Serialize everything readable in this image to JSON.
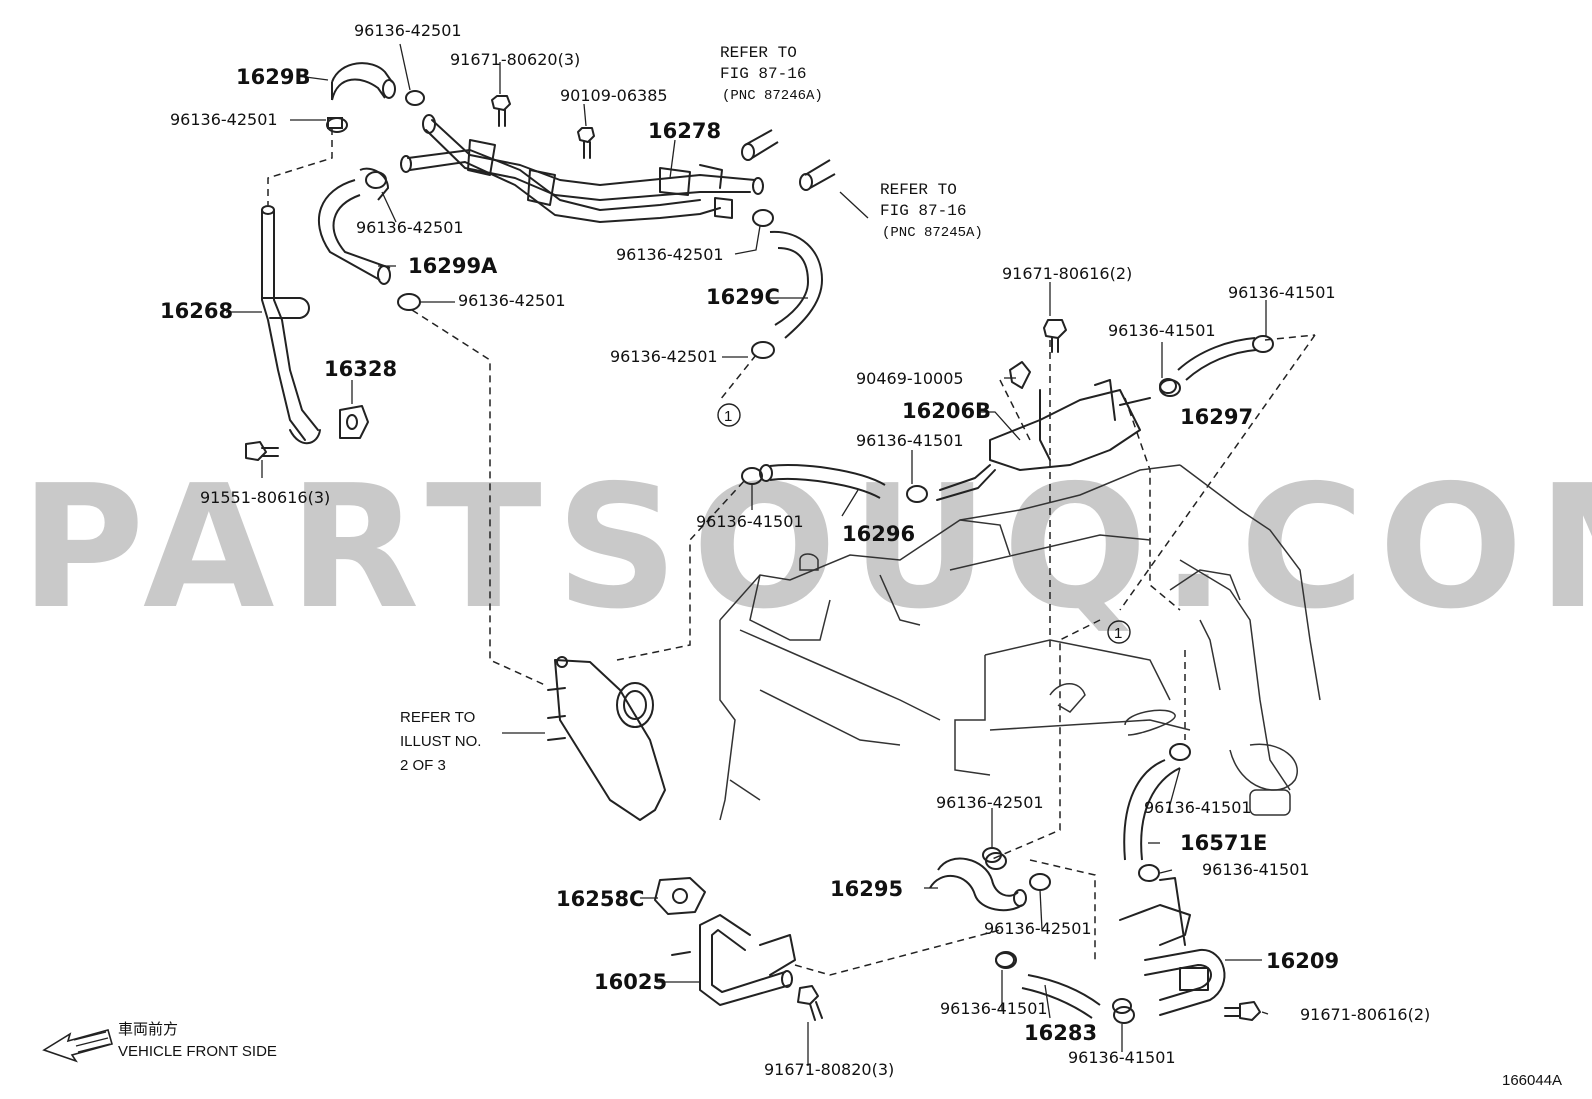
{
  "watermark": "PARTSOUQ.COM",
  "diagram_code": "166044A",
  "direction": {
    "jp": "車両前方",
    "en": "VEHICLE FRONT SIDE"
  },
  "refs": {
    "ref_87246": [
      "REFER TO",
      "FIG 87-16",
      "(PNC 87246A)"
    ],
    "ref_87245": [
      "REFER TO",
      "FIG 87-16",
      "(PNC 87245A)"
    ],
    "ref_illust": [
      "REFER TO",
      "ILLUST NO.",
      "2 OF 3"
    ]
  },
  "labels": {
    "l_1629B": "1629B",
    "l_96136_42501_a": "96136-42501",
    "l_96136_42501_b": "96136-42501",
    "l_91671_80620": "91671-80620(3)",
    "l_90109_06385": "90109-06385",
    "l_16278": "16278",
    "l_96136_42501_c": "96136-42501",
    "l_16299A": "16299A",
    "l_96136_42501_d": "96136-42501",
    "l_16268": "16268",
    "l_16328": "16328",
    "l_91551_80616": "91551-80616(3)",
    "l_96136_42501_e": "96136-42501",
    "l_1629C": "1629C",
    "l_96136_42501_f": "96136-42501",
    "l_circle1_a": "1",
    "l_91671_80616_a": "91671-80616(2)",
    "l_96136_41501_a": "96136-41501",
    "l_96136_41501_b": "96136-41501",
    "l_90469_10005": "90469-10005",
    "l_16206B": "16206B",
    "l_16297": "16297",
    "l_96136_41501_c": "96136-41501",
    "l_96136_41501_d": "96136-41501",
    "l_16296": "16296",
    "l_circle1_b": "1",
    "l_96136_42501_g": "96136-42501",
    "l_96136_41501_e": "96136-41501",
    "l_16571E": "16571E",
    "l_96136_41501_f": "96136-41501",
    "l_16295": "16295",
    "l_96136_42501_h": "96136-42501",
    "l_16258C": "16258C",
    "l_16025": "16025",
    "l_16209": "16209",
    "l_96136_41501_g": "96136-41501",
    "l_16283": "16283",
    "l_96136_41501_h": "96136-41501",
    "l_91671_80616_b": "91671-80616(2)",
    "l_91671_80820": "91671-80820(3)"
  }
}
